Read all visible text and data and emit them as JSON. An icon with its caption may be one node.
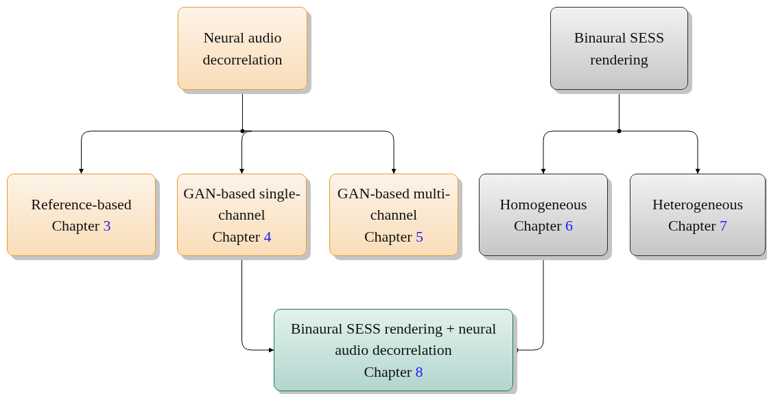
{
  "diagram": {
    "nodes": [
      {
        "text": [
          "Neural audio decorrelation"
        ]
      },
      {
        "text": [
          "Binaural SESS rendering"
        ]
      },
      {
        "text": [
          "Reference-based",
          "Chapter 3"
        ]
      },
      {
        "text": [
          "GAN-based single-channel",
          "Chapter 4"
        ]
      },
      {
        "text": [
          "GAN-based multi-channel",
          "Chapter 5"
        ]
      },
      {
        "text": [
          "Homogeneous",
          "Chapter 6"
        ]
      },
      {
        "text": [
          "Heterogeneous",
          "Chapter 7"
        ]
      },
      {
        "text": [
          "Binaural SESS rendering + neural audio decorrelation",
          "Chapter 8"
        ]
      }
    ],
    "edges": [
      {
        "from": 0,
        "to": 2,
        "arrow": "to"
      },
      {
        "from": 0,
        "to": 3,
        "arrow": "to"
      },
      {
        "from": 0,
        "to": 4,
        "arrow": "to"
      },
      {
        "from": 1,
        "to": 5,
        "arrow": "to"
      },
      {
        "from": 1,
        "to": 6,
        "arrow": "to"
      },
      {
        "from": 3,
        "to": 7,
        "arrow": "to"
      },
      {
        "from": 5,
        "to": 7,
        "arrow": "to"
      }
    ]
  }
}
